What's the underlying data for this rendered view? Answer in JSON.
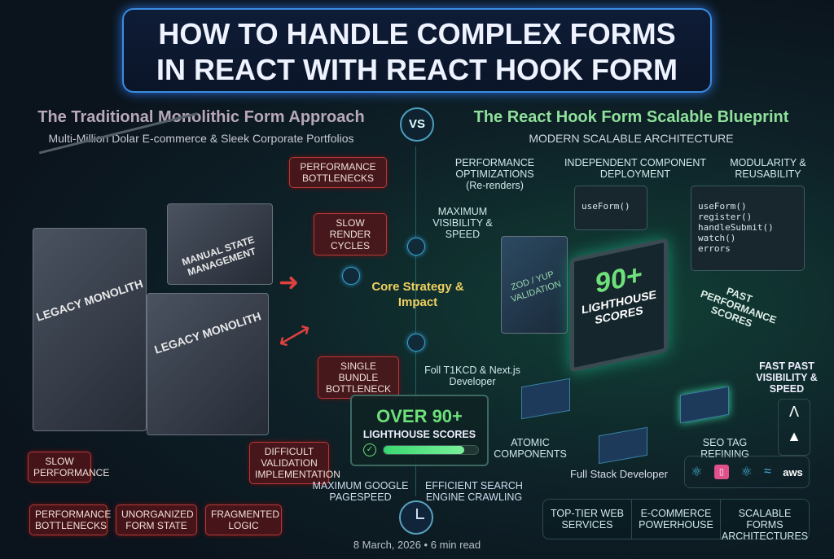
{
  "title": {
    "line1": "HOW TO HANDLE COMPLEX FORMS",
    "line2": "IN REACT WITH REACT HOOK FORM"
  },
  "left": {
    "heading": "The Traditional Monolithic Form Approach",
    "subheading": "Multi-Million Dolar E-commerce & Sleek Corporate Portfolios",
    "buildings": [
      "LEGACY MONOLITH",
      "LEGACY MONOLITH",
      "MANUAL STATE MANAGEMENT"
    ],
    "callouts": {
      "perf_top": "PERFORMANCE BOTTLENECKS",
      "slow_render": "SLOW RENDER CYCLES",
      "single_bundle": "SINGLE BUNDLE BOTTLENECK",
      "slow_perf": "SLOW PERFORMANCE",
      "difficult": "DIFFICULT VALIDATION IMPLEMENTATION",
      "perf_bottom": "PERFORMANCE BOTTLENECKS",
      "unorganized": "UNORGANIZED FORM STATE",
      "fragmented": "FRAGMENTED LOGIC"
    }
  },
  "vs": "VS",
  "center": {
    "core": "Core Strategy & Impact",
    "lighthouse_big": "OVER 90+",
    "lighthouse_sub": "LIGHTHOUSE SCORES",
    "progress": 0.85,
    "max_google": "MAXIMUM GOOGLE PAGESPEED",
    "efficient": "EFFICIENT SEARCH ENGINE CRAWLING",
    "fullstack_next": "Foll T1KCD & Next.js Developer"
  },
  "right": {
    "heading": "The React Hook Form Scalable Blueprint",
    "subheading": "MODERN SCALABLE ARCHITECTURE",
    "perf_opt": "PERFORMANCE OPTIMIZATIONS (Re-renders)",
    "independent": "INDEPENDENT COMPONENT DEPLOYMENT",
    "modularity": "MODULARITY & REUSABILITY",
    "max_vis": "MAXIMUM VISIBILITY & SPEED",
    "useform_panel": "useForm()",
    "code_lines": "useForm()\nregister()\nhandleSubmit()\nwatch()\nerrors",
    "zod": "ZOD / YUP VALIDATION",
    "monitor_num": "90+",
    "monitor_text": "LIGHTHOUSE SCORES",
    "past_perf": "PAST PERFORMANCE SCORES",
    "fast_past": "FAST PAST VISIBILITY & SPEED",
    "atomic": "ATOMIC COMPONENTS",
    "seo": "SEO TAG REFINING",
    "fullstack": "Full Stack Developer",
    "tech_icons": [
      "react-icon",
      "storybook-icon",
      "react-icon",
      "tailwind-icon",
      "aws-icon"
    ],
    "aws": "aws",
    "bottom": [
      "TOP-TIER WEB SERVICES",
      "E-COMMERCE POWERHOUSE",
      "SCALABLE FORMS ARCHITECTURES"
    ]
  },
  "footer": {
    "date": "8 March, 2026 • 6 min read"
  },
  "colors": {
    "accent_green": "#6ee07a",
    "alert_red": "#b53a3a",
    "title_blue": "#3a8ce0"
  }
}
